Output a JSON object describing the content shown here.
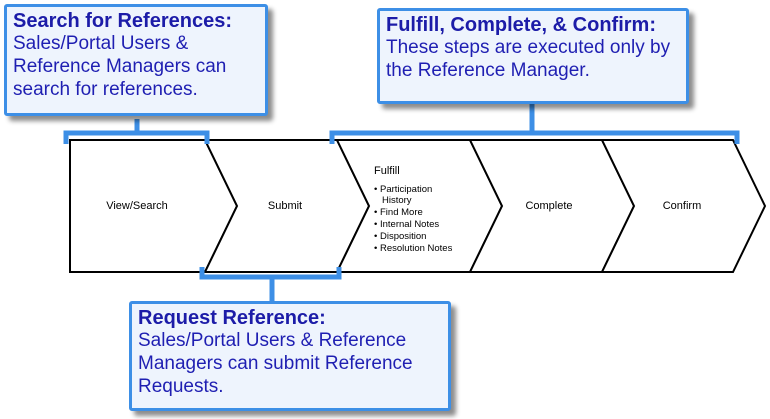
{
  "callouts": {
    "search": {
      "title": "Search for References:",
      "body": "Sales/Portal Users & Reference Managers can search for references."
    },
    "fulfill": {
      "title": "Fulfill, Complete, & Confirm:",
      "body": "These steps are executed only by the Reference Manager."
    },
    "request": {
      "title": "Request Reference:",
      "body": "Sales/Portal Users & Reference Managers can submit Reference Requests."
    }
  },
  "steps": {
    "view_search": "View/Search",
    "submit": "Submit",
    "fulfill": "Fulfill",
    "complete": "Complete",
    "confirm": "Confirm"
  },
  "fulfill_items": {
    "item1_line1": "Participation",
    "item1_line2": "History",
    "item2": "Find More",
    "item3": "Internal Notes",
    "item4": "Disposition",
    "item5": "Resolution Notes"
  },
  "bullet": "•",
  "colors": {
    "bracket": "#3d8fe6",
    "callout_border": "#3d8fe6",
    "callout_fill": "#eef4fd",
    "callout_text": "#1c1ca8",
    "chevron_stroke": "#000000"
  }
}
